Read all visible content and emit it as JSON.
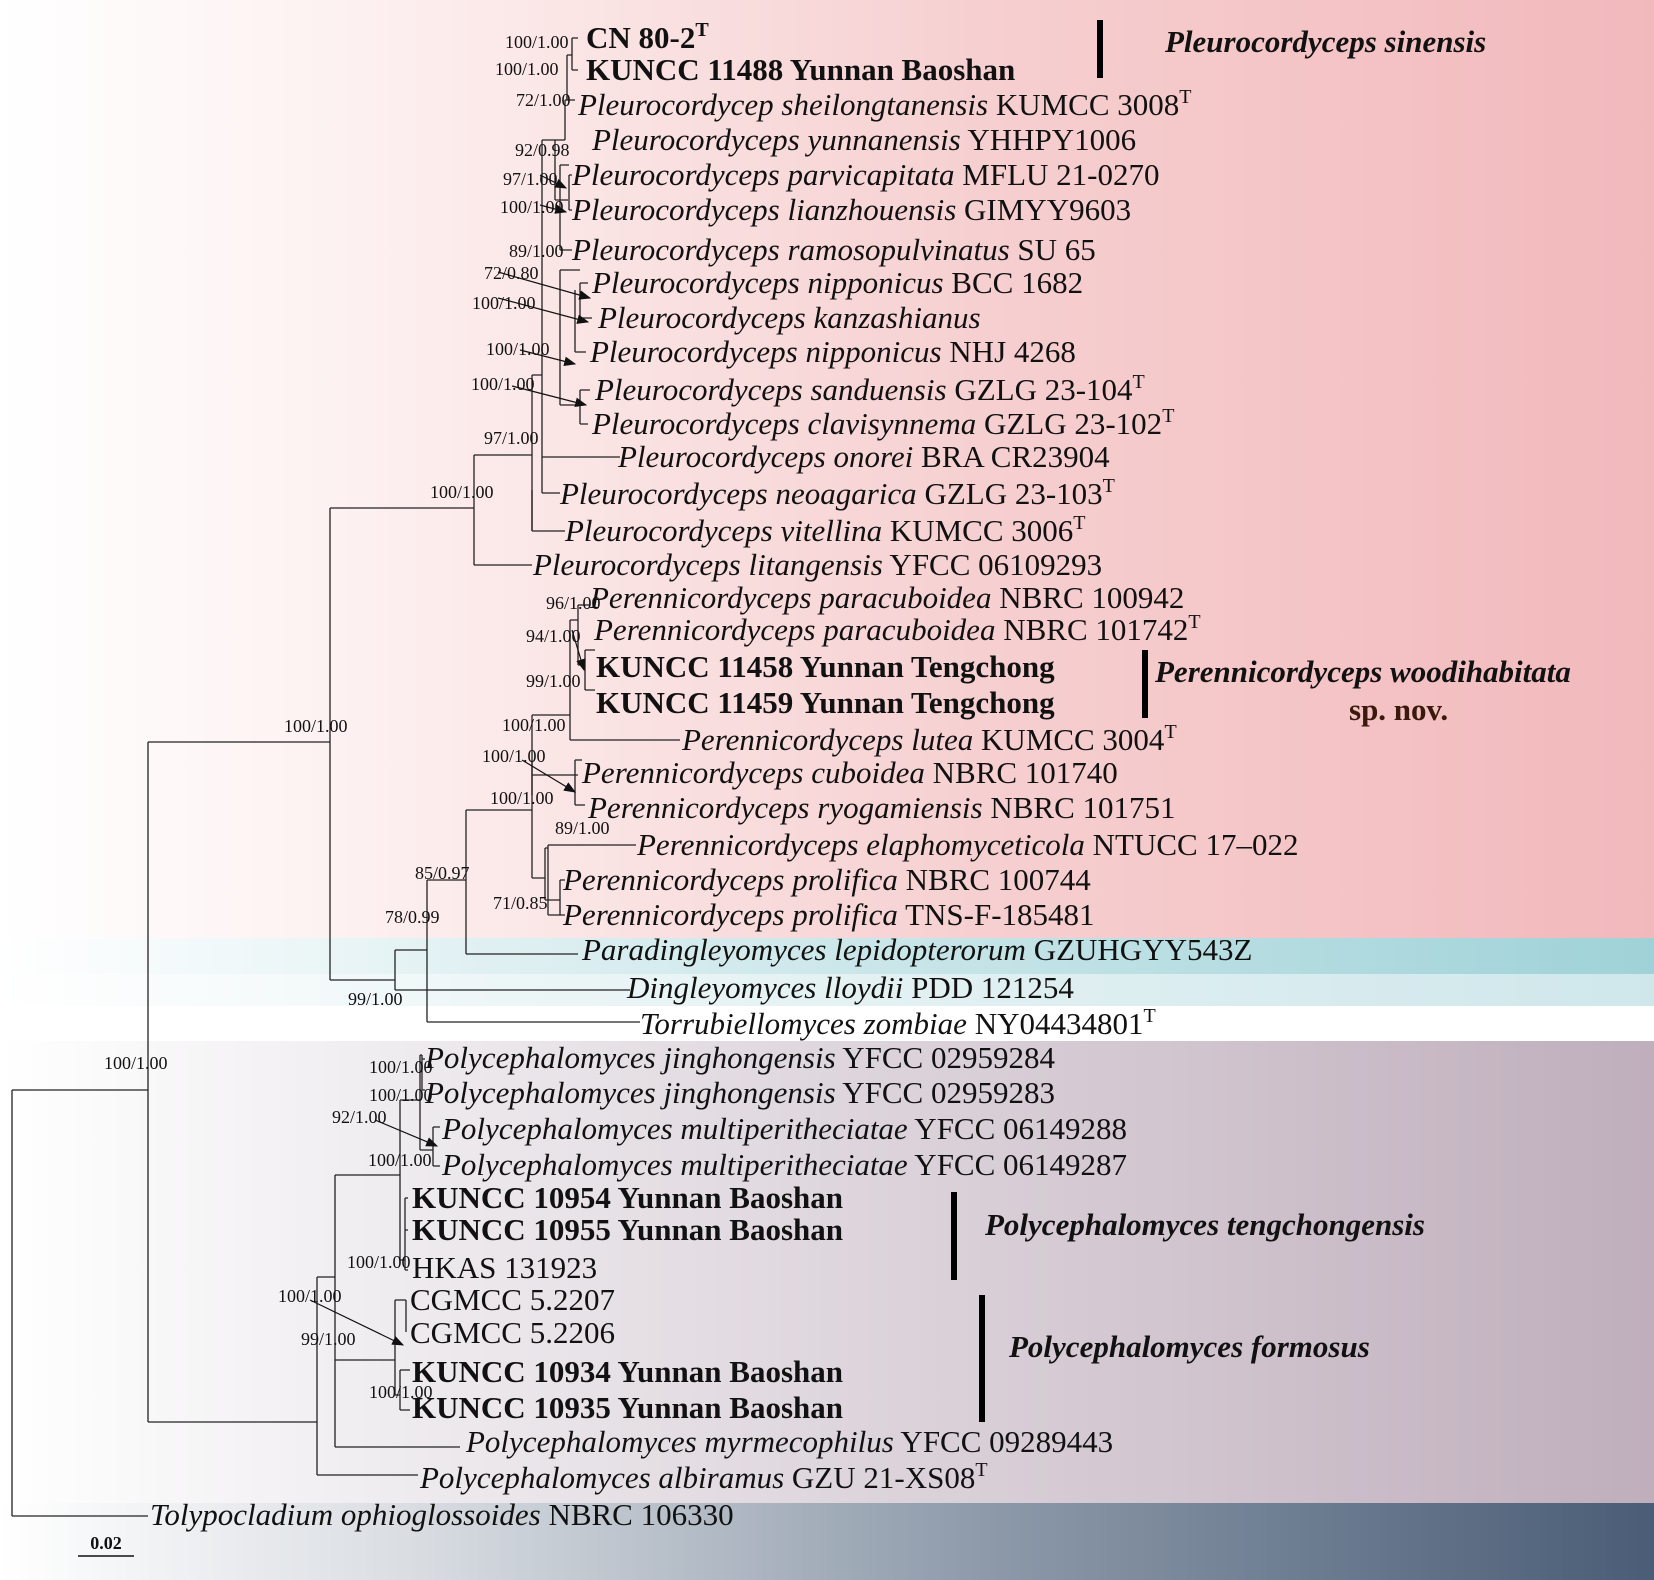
{
  "colors": {
    "pleurocordyceps_band": "#f5bfc1",
    "paradingleyomyces_band": "#a9d6dc",
    "dingleyomyces_band": "#cfe6ea",
    "polycephalomyces_band": "#c4b4c0",
    "outgroup_band": "#4e6179"
  },
  "taxa": [
    {
      "bold": "CN 80-2",
      "sup": "T"
    },
    {
      "bold": "KUNCC 11488 Yunnan Baoshan"
    },
    {
      "genus": "Pleurocordycep sheilongtanensis",
      "strain": " KUMCC 3008",
      "sup": "T"
    },
    {
      "genus": "Pleurocordyceps yunnanensis",
      "strain": " YHHPY1006"
    },
    {
      "genus": "Pleurocordyceps parvicapitata",
      "strain": " MFLU 21-0270"
    },
    {
      "genus": "Pleurocordyceps lianzhouensis",
      "strain": " GIMYY9603"
    },
    {
      "genus": "Pleurocordyceps ramosopulvinatus",
      "strain": " SU 65"
    },
    {
      "genus": "Pleurocordyceps nipponicus",
      "strain": " BCC 1682"
    },
    {
      "genus": "Pleurocordyceps kanzashianus",
      "strain": ""
    },
    {
      "genus": "Pleurocordyceps nipponicus",
      "strain": " NHJ 4268"
    },
    {
      "genus": "Pleurocordyceps sanduensis",
      "strain": " GZLG 23-104",
      "sup": "T"
    },
    {
      "genus": "Pleurocordyceps clavisynnema",
      "strain": " GZLG 23-102",
      "sup": "T"
    },
    {
      "genus": "Pleurocordyceps onorei",
      "strain": " BRA CR23904"
    },
    {
      "genus": "Pleurocordyceps neoagarica",
      "strain": " GZLG 23-103",
      "sup": "T"
    },
    {
      "genus": "Pleurocordyceps vitellina",
      "strain": " KUMCC 3006",
      "sup": "T"
    },
    {
      "genus": "Pleurocordyceps litangensis",
      "strain": " YFCC 06109293"
    },
    {
      "genus": "Perennicordyceps paracuboidea",
      "strain": " NBRC 100942"
    },
    {
      "genus": "Perennicordyceps paracuboidea",
      "strain": " NBRC 101742",
      "sup": "T"
    },
    {
      "bold": "KUNCC 11458 Yunnan Tengchong"
    },
    {
      "bold": "KUNCC 11459 Yunnan Tengchong"
    },
    {
      "genus": "Perennicordyceps lutea",
      "strain": " KUMCC 3004",
      "sup": "T"
    },
    {
      "genus": "Perennicordyceps cuboidea",
      "strain": " NBRC 101740"
    },
    {
      "genus": "Perennicordyceps ryogamiensis",
      "strain": " NBRC 101751"
    },
    {
      "genus": "Perennicordyceps elaphomyceticola",
      "strain": " NTUCC  17–022"
    },
    {
      "genus": "Perennicordyceps prolifica",
      "strain": " NBRC 100744"
    },
    {
      "genus": "Perennicordyceps prolifica",
      "strain": " TNS-F-185481"
    },
    {
      "genus": "Paradingleyomyces lepidopterorum",
      "strain": " GZUHGYY543Z"
    },
    {
      "genus": "Dingleyomyces lloydii",
      "strain": " PDD 121254"
    },
    {
      "genus": "Torrubiellomyces zombiae",
      "strain": " NY04434801",
      "sup": "T"
    },
    {
      "genus": "Polycephalomyces jinghongensis",
      "strain": " YFCC 02959284"
    },
    {
      "genus": "Polycephalomyces jinghongensis",
      "strain": " YFCC 02959283"
    },
    {
      "genus": "Polycephalomyces multiperitheciatae",
      "strain": " YFCC 06149288"
    },
    {
      "genus": "Polycephalomyces multiperitheciatae",
      "strain": " YFCC 06149287"
    },
    {
      "bold": "KUNCC 10954 Yunnan Baoshan"
    },
    {
      "bold": "KUNCC 10955 Yunnan Baoshan"
    },
    {
      "plain": "HKAS 131923"
    },
    {
      "plain": "CGMCC 5.2207"
    },
    {
      "plain": "CGMCC 5.2206"
    },
    {
      "bold": "KUNCC 10934 Yunnan Baoshan"
    },
    {
      "bold": "KUNCC 10935 Yunnan Baoshan"
    },
    {
      "genus": "Polycephalomyces myrmecophilus",
      "strain": " YFCC 09289443"
    },
    {
      "genus": "Polycephalomyces albiramus",
      "strain": " GZU 21-XS08",
      "sup": "T"
    },
    {
      "genus": "Tolypocladium ophioglossoides",
      "strain": " NBRC 106330"
    }
  ],
  "support_values": [
    "100/1.00",
    "100/1.00",
    "72/1.00",
    "92/0.98",
    "97/1.00",
    "100/1.00",
    "89/1.00",
    "72/0.80",
    "100/1.00",
    "100/1.00",
    "100/1.00",
    "97/1.00",
    "100/1.00",
    "96/1.00",
    "94/1.00",
    "99/1.00",
    "100/1.00",
    "100/1.00",
    "100/1.00",
    "89/1.00",
    "85/0.97",
    "71/0.85",
    "78/0.99",
    "99/1.00",
    "100/1.00",
    "100/1.00",
    "100/1.00",
    "100/1.00",
    "92/1.00",
    "100/1.00",
    "100/1.00",
    "100/1.00",
    "99/1.00",
    "100/1.00"
  ],
  "clades": [
    {
      "lines": [
        "Pleurocordyceps sinensis"
      ],
      "italic": true
    },
    {
      "lines": [
        "Perennicordyceps woodihabitata",
        "sp. nov."
      ],
      "italic": true
    },
    {
      "lines": [
        "Polycephalomyces tengchongensis"
      ],
      "italic": true
    },
    {
      "lines": [
        "Polycephalomyces formosus"
      ],
      "italic": true
    }
  ],
  "scale_bar": "0.02"
}
